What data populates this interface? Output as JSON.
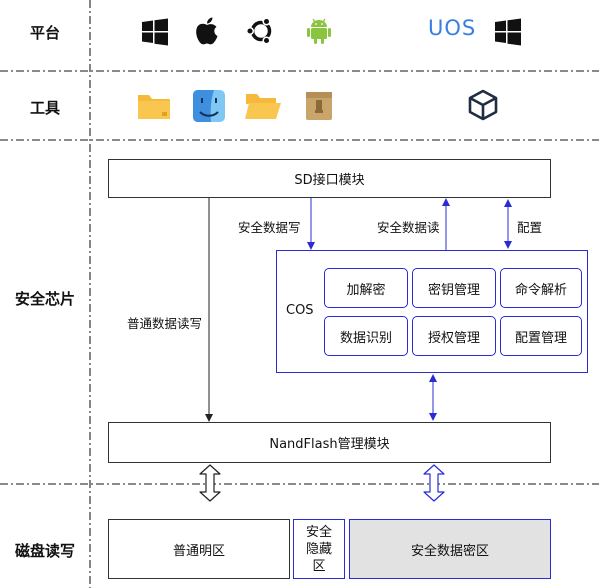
{
  "rows": {
    "platform": "平台",
    "tools": "工具",
    "secure_chip": "安全芯片",
    "disk_rw": "磁盘读写"
  },
  "platform_icons": [
    "windows-icon",
    "apple-icon",
    "ubuntu-icon",
    "android-icon",
    "uos-logo",
    "windows-icon"
  ],
  "uos_text": "UOS",
  "tool_icons": [
    "folder-icon",
    "finder-icon",
    "open-folder-icon",
    "archive-icon",
    "cube-icon"
  ],
  "chip": {
    "sd_module": "SD接口模块",
    "normal_rw": "普通数据读写",
    "secure_write": "安全数据写",
    "secure_read": "安全数据读",
    "config": "配置",
    "cos_label": "COS",
    "cos_items": [
      "加解密",
      "密钥管理",
      "命令解析",
      "数据识别",
      "授权管理",
      "配置管理"
    ],
    "nand_module": "NandFlash管理模块"
  },
  "disk": {
    "plain_zone": "普通明区",
    "hidden_zone": "安全\n隐藏\n区",
    "secure_zone": "安全数据密区"
  },
  "colors": {
    "accent_blue": "#2b2bd6",
    "secure_zone_fill": "#e2e2e2",
    "separator": "#444444"
  }
}
